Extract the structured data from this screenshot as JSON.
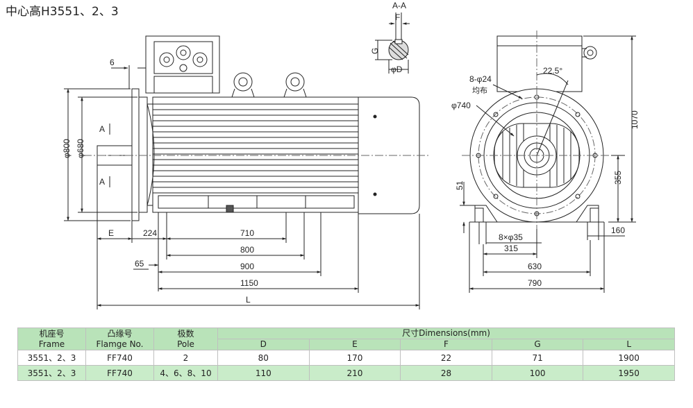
{
  "title": "中心高H3551、2、3",
  "drawing": {
    "section_label": "A-A",
    "section_F": "F",
    "section_G": "G",
    "section_D": "φD",
    "dim_6": "6",
    "dim_phi800": "φ800",
    "dim_phi680": "φ680",
    "marker_A_top": "A",
    "marker_A_bottom": "A",
    "dim_E": "E",
    "dim_224": "224",
    "dim_710": "710",
    "dim_800": "800",
    "dim_65": "65",
    "dim_900": "900",
    "dim_1150": "1150",
    "dim_L": "L",
    "dim_holes": "8-φ24",
    "dim_holes_note": "均布",
    "dim_angle": "22.5°",
    "dim_phi740": "φ740",
    "dim_1070": "1070",
    "dim_51": "51",
    "dim_355": "355",
    "dim_feet_holes": "8×φ35",
    "dim_160": "160",
    "dim_315": "315",
    "dim_630": "630",
    "dim_790": "790"
  },
  "table": {
    "headers": {
      "frame_cn": "机座号",
      "frame_en": "Frame",
      "flange_cn": "凸缘号",
      "flange_en": "Flamge No.",
      "pole_cn": "极数",
      "pole_en": "Pole",
      "dimensions": "尺寸Dimensions(mm)",
      "D": "D",
      "E": "E",
      "F": "F",
      "G": "G",
      "L": "L"
    },
    "rows": [
      {
        "frame": "3551、2、3",
        "flange": "FF740",
        "pole": "2",
        "D": "80",
        "E": "170",
        "F": "22",
        "G": "71",
        "L": "1900"
      },
      {
        "frame": "3551、2、3",
        "flange": "FF740",
        "pole": "4、6、8、10",
        "D": "110",
        "E": "210",
        "F": "28",
        "G": "100",
        "L": "1950"
      }
    ]
  }
}
